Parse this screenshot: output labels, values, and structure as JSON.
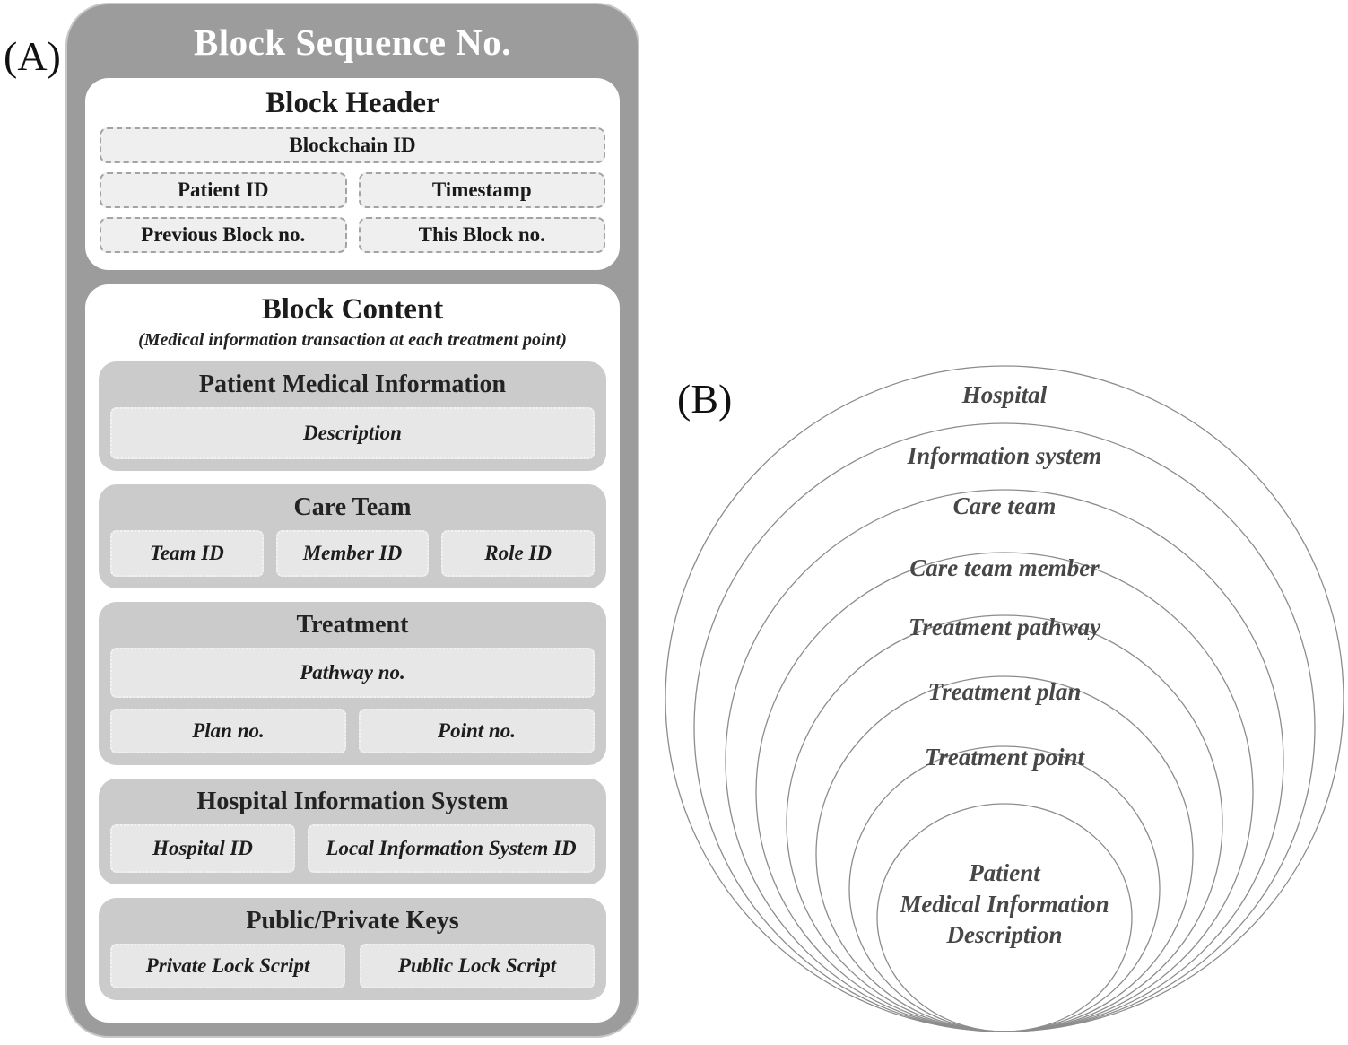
{
  "figure": {
    "panel_a_label": "(A)",
    "panel_b_label": "(B)"
  },
  "block_diagram": {
    "title": "Block Sequence No.",
    "header": {
      "title": "Block Header",
      "fields": [
        "Blockchain ID",
        "Patient ID",
        "Timestamp",
        "Previous Block no.",
        "This Block no."
      ]
    },
    "content": {
      "title": "Block Content",
      "subtitle": "(Medical information transaction at each treatment point)",
      "sections": [
        {
          "title": "Patient Medical Information",
          "fields": [
            "Description"
          ]
        },
        {
          "title": "Care Team",
          "fields": [
            "Team ID",
            "Member ID",
            "Role ID"
          ]
        },
        {
          "title": "Treatment",
          "fields": [
            "Pathway no.",
            "Plan no.",
            "Point no."
          ]
        },
        {
          "title": "Hospital Information System",
          "fields": [
            "Hospital ID",
            "Local Information System ID"
          ]
        },
        {
          "title": "Public/Private Keys",
          "fields": [
            "Private Lock Script",
            "Public Lock Script"
          ]
        }
      ]
    }
  },
  "nested_circles": {
    "labels_outer_to_inner": [
      "Hospital",
      "Information system",
      "Care team",
      "Care team member",
      "Treatment pathway",
      "Treatment plan",
      "Treatment point"
    ],
    "innermost_lines": [
      "Patient",
      "Medical Information",
      "Description"
    ]
  },
  "colors": {
    "container_gray": "#9c9c9c",
    "section_gray": "#cbcbcb",
    "field_light_gray": "#e7e7e7",
    "header_field_gray": "#efefef",
    "circle_stroke": "#8c8c8c",
    "title_text": "#ffffff"
  }
}
